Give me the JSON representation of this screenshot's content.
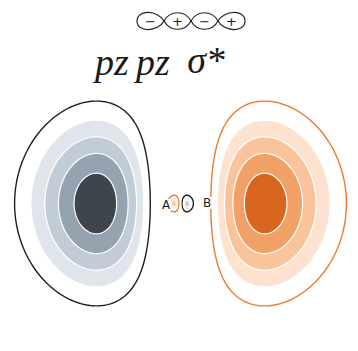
{
  "diagram": {
    "labels": [
      "−",
      "+",
      "−",
      "+",
      "pz",
      "pz",
      "σ*",
      "A",
      "B"
    ]
  }
}
